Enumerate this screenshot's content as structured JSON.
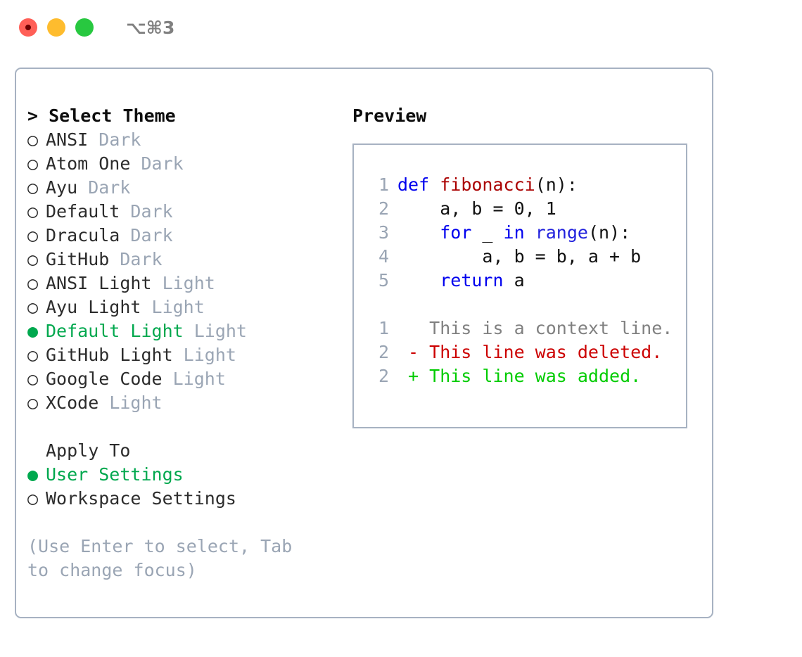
{
  "window": {
    "shortcut": "⌥⌘3",
    "traffic_lights": [
      {
        "name": "close-button",
        "color": "#ff5f57"
      },
      {
        "name": "minimize-button",
        "color": "#febc2e"
      },
      {
        "name": "maximize-button",
        "color": "#28c840"
      }
    ]
  },
  "theme_picker": {
    "heading": "> Select Theme",
    "selected_color": "#00a84e",
    "category_color": "#9aa5b4",
    "items": [
      {
        "marker": "○",
        "label": "ANSI",
        "category": " Dark",
        "selected": false
      },
      {
        "marker": "○",
        "label": "Atom One",
        "category": " Dark",
        "selected": false
      },
      {
        "marker": "○",
        "label": "Ayu",
        "category": " Dark",
        "selected": false
      },
      {
        "marker": "○",
        "label": "Default",
        "category": " Dark",
        "selected": false
      },
      {
        "marker": "○",
        "label": "Dracula",
        "category": " Dark",
        "selected": false
      },
      {
        "marker": "○",
        "label": "GitHub",
        "category": " Dark",
        "selected": false
      },
      {
        "marker": "○",
        "label": "ANSI Light",
        "category": " Light",
        "selected": false
      },
      {
        "marker": "○",
        "label": "Ayu Light",
        "category": " Light",
        "selected": false
      },
      {
        "marker": "●",
        "label": "Default Light",
        "category": " Light",
        "selected": true
      },
      {
        "marker": "○",
        "label": "GitHub Light",
        "category": " Light",
        "selected": false
      },
      {
        "marker": "○",
        "label": "Google Code",
        "category": " Light",
        "selected": false
      },
      {
        "marker": "○",
        "label": "XCode",
        "category": " Light",
        "selected": false
      }
    ]
  },
  "apply_to": {
    "heading": "Apply To",
    "items": [
      {
        "marker": "●",
        "label": "User Settings",
        "selected": true
      },
      {
        "marker": "○",
        "label": "Workspace Settings",
        "selected": false
      }
    ]
  },
  "hint": "(Use Enter to select, Tab to change focus)",
  "preview": {
    "title": "Preview",
    "code_lines": [
      {
        "number": "1",
        "tokens": [
          {
            "text": "def",
            "kind": "kw"
          },
          {
            "text": " ",
            "kind": "plain"
          },
          {
            "text": "fibonacci",
            "kind": "fn"
          },
          {
            "text": "(n):",
            "kind": "plain"
          }
        ]
      },
      {
        "number": "2",
        "tokens": [
          {
            "text": "    a, b = 0, 1",
            "kind": "plain"
          }
        ]
      },
      {
        "number": "3",
        "tokens": [
          {
            "text": "    ",
            "kind": "plain"
          },
          {
            "text": "for",
            "kind": "kw"
          },
          {
            "text": " _ ",
            "kind": "plain"
          },
          {
            "text": "in",
            "kind": "kw"
          },
          {
            "text": " ",
            "kind": "plain"
          },
          {
            "text": "range",
            "kind": "builtin"
          },
          {
            "text": "(n):",
            "kind": "plain"
          }
        ]
      },
      {
        "number": "4",
        "tokens": [
          {
            "text": "        a, b = b, a + b",
            "kind": "plain"
          }
        ]
      },
      {
        "number": "5",
        "tokens": [
          {
            "text": "    ",
            "kind": "plain"
          },
          {
            "text": "return",
            "kind": "kw"
          },
          {
            "text": " a",
            "kind": "plain"
          }
        ]
      }
    ],
    "diff_lines": [
      {
        "number": "1",
        "tokens": [
          {
            "text": "   This is a context line.",
            "kind": "ctx"
          }
        ]
      },
      {
        "number": "2",
        "tokens": [
          {
            "text": " - This line was deleted.",
            "kind": "del"
          }
        ]
      },
      {
        "number": "2",
        "tokens": [
          {
            "text": " + This line was added.",
            "kind": "add"
          }
        ]
      }
    ]
  }
}
